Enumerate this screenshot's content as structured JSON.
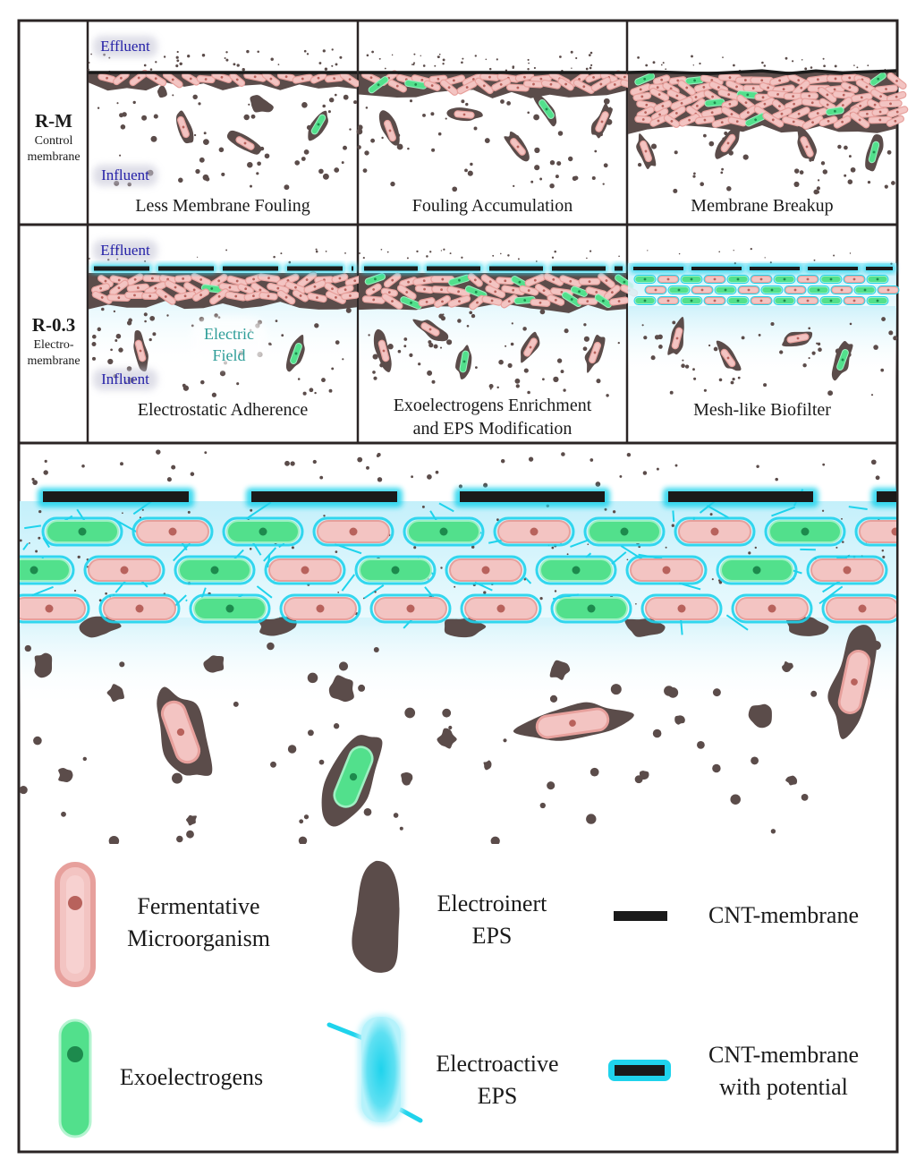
{
  "rows": [
    {
      "title": "R-M",
      "subtitle_lines": [
        "Control",
        "membrane"
      ],
      "effluent": "Effluent",
      "influent": "Influent",
      "panels": [
        {
          "caption_lines": [
            "Less Membrane Fouling"
          ]
        },
        {
          "caption_lines": [
            "Fouling Accumulation"
          ]
        },
        {
          "caption_lines": [
            "Membrane Breakup"
          ]
        }
      ]
    },
    {
      "title": "R-0.3",
      "subtitle_lines": [
        "Electro-",
        "membrane"
      ],
      "effluent": "Effluent",
      "influent": "Influent",
      "field_lines": [
        "Electric",
        "Field"
      ],
      "panels": [
        {
          "caption_lines": [
            "Electrostatic Adherence"
          ]
        },
        {
          "caption_lines": [
            "Exoelectrogens Enrichment",
            "and EPS Modification"
          ]
        },
        {
          "caption_lines": [
            "Mesh-like Biofilter"
          ]
        }
      ]
    }
  ],
  "legend": {
    "fermentative": [
      "Fermentative",
      "Microorganism"
    ],
    "exoelectrogens": [
      "Exoelectrogens"
    ],
    "electroinert": [
      "Electroinert",
      "EPS"
    ],
    "electroactive": [
      "Electroactive",
      "EPS"
    ],
    "cnt": [
      "CNT-membrane"
    ],
    "cnt_potential": [
      "CNT-membrane",
      "with potential"
    ]
  },
  "colors": {
    "fermentative_fill": "#f3c4c2",
    "fermentative_stroke": "#e7a09c",
    "fermentative_dot": "#b8625c",
    "exo_fill": "#52e08c",
    "exo_dot": "#1d8a4d",
    "eps": "#5b4c4a",
    "electroactive": "#1fd3ec",
    "membrane": "#1a1a1a",
    "label_blue": "#2622a8",
    "field_text": "#2e9d98"
  }
}
